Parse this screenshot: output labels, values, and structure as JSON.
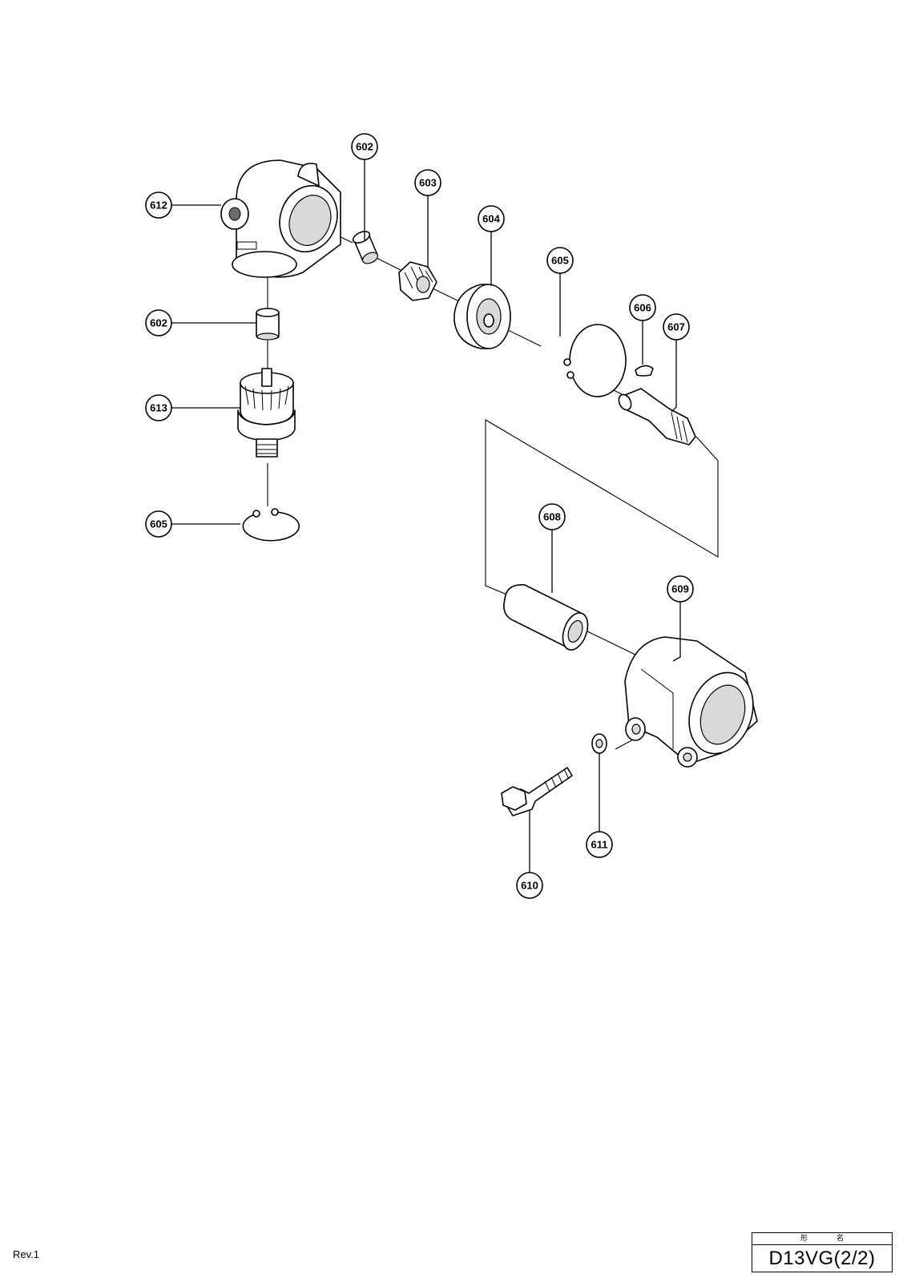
{
  "callouts": {
    "c612": "612",
    "c602a": "602",
    "c603": "603",
    "c604": "604",
    "c605a": "605",
    "c606": "606",
    "c607": "607",
    "c602b": "602",
    "c613": "613",
    "c605b": "605",
    "c608": "608",
    "c609": "609",
    "c611": "611",
    "c610": "610"
  },
  "title_block": {
    "header": "形名",
    "model": "D13VG(2/2)"
  },
  "revision": "Rev.1"
}
